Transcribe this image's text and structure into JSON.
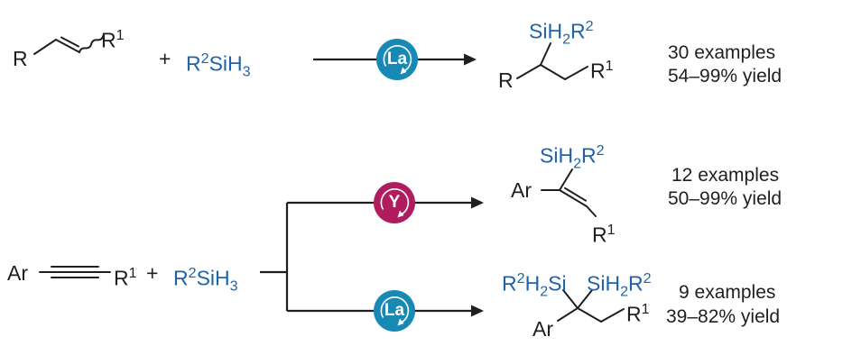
{
  "colors": {
    "blue": "#1e63a8",
    "teal": "#1789b4",
    "magenta": "#b01d5f",
    "ink": "#1f1f1f"
  },
  "reaction_top": {
    "alkene": {
      "r": [
        {
          "t": "R"
        }
      ],
      "r1": [
        {
          "t": "R"
        },
        {
          "t": "1",
          "s": "sup"
        }
      ]
    },
    "plus": "+",
    "silane": [
      {
        "t": "R"
      },
      {
        "t": "2",
        "s": "sup"
      },
      {
        "t": "SiH"
      },
      {
        "t": "3",
        "s": "sub"
      }
    ],
    "catalyst": "La",
    "product": {
      "silyl": [
        {
          "t": "SiH"
        },
        {
          "t": "2",
          "s": "sub"
        },
        {
          "t": "R"
        },
        {
          "t": "2",
          "s": "sup"
        }
      ],
      "r": [
        {
          "t": "R"
        }
      ],
      "r1": [
        {
          "t": "R"
        },
        {
          "t": "1",
          "s": "sup"
        }
      ]
    },
    "examples": "30 examples",
    "yield": "54–99% yield"
  },
  "reaction_bottom": {
    "alkyne": {
      "ar": [
        {
          "t": "Ar"
        }
      ],
      "r1": [
        {
          "t": "R"
        },
        {
          "t": "1",
          "s": "sup"
        }
      ]
    },
    "plus": "+",
    "silane": [
      {
        "t": "R"
      },
      {
        "t": "2",
        "s": "sup"
      },
      {
        "t": "SiH"
      },
      {
        "t": "3",
        "s": "sub"
      }
    ],
    "path_y": {
      "catalyst": "Y",
      "product": {
        "silyl": [
          {
            "t": "SiH"
          },
          {
            "t": "2",
            "s": "sub"
          },
          {
            "t": "R"
          },
          {
            "t": "2",
            "s": "sup"
          }
        ],
        "ar": [
          {
            "t": "Ar"
          }
        ],
        "r1": [
          {
            "t": "R"
          },
          {
            "t": "1",
            "s": "sup"
          }
        ]
      },
      "examples": "12 examples",
      "yield": "50–99% yield"
    },
    "path_la": {
      "catalyst": "La",
      "product": {
        "silyl_left": [
          {
            "t": "R"
          },
          {
            "t": "2",
            "s": "sup"
          },
          {
            "t": "H"
          },
          {
            "t": "2",
            "s": "sub"
          },
          {
            "t": "Si"
          }
        ],
        "silyl_right": [
          {
            "t": "SiH"
          },
          {
            "t": "2",
            "s": "sub"
          },
          {
            "t": "R"
          },
          {
            "t": "2",
            "s": "sup"
          }
        ],
        "ar": [
          {
            "t": "Ar"
          }
        ],
        "r1": [
          {
            "t": "R"
          },
          {
            "t": "1",
            "s": "sup"
          }
        ]
      },
      "examples": "9 examples",
      "yield": "39–82% yield"
    }
  }
}
